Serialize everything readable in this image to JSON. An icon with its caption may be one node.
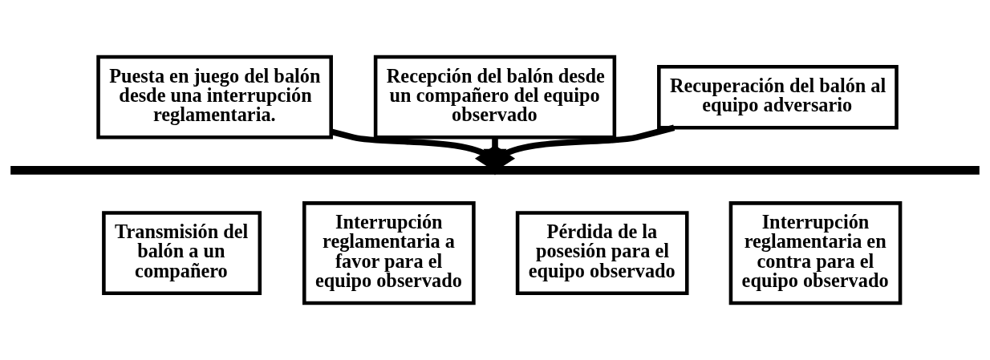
{
  "diagram": {
    "nodes": [
      {
        "text": [
          "Puesta en juego del balón desde una interrupción reglamentaria."
        ]
      },
      {
        "text": [
          "Recepción del balón desde un compañero del equipo observado"
        ]
      },
      {
        "text": [
          "Recuperación del balón al equipo adversario"
        ]
      },
      {
        "text": [],
        "shape": "bar"
      },
      {
        "text": [
          "Transmisión del balón a un compañero"
        ]
      },
      {
        "text": [
          "Interrupción reglamentaria a favor para el equipo observado"
        ]
      },
      {
        "text": [
          "Pérdida de la posesión para el equipo observado"
        ]
      },
      {
        "text": [
          "Interrupción reglamentaria en contra para el equipo observado"
        ]
      }
    ],
    "edges": [
      {
        "from": 0,
        "to": 3,
        "arrow": "to"
      },
      {
        "from": 1,
        "to": 3,
        "arrow": "to"
      },
      {
        "from": 2,
        "to": 3,
        "arrow": "to"
      }
    ]
  }
}
